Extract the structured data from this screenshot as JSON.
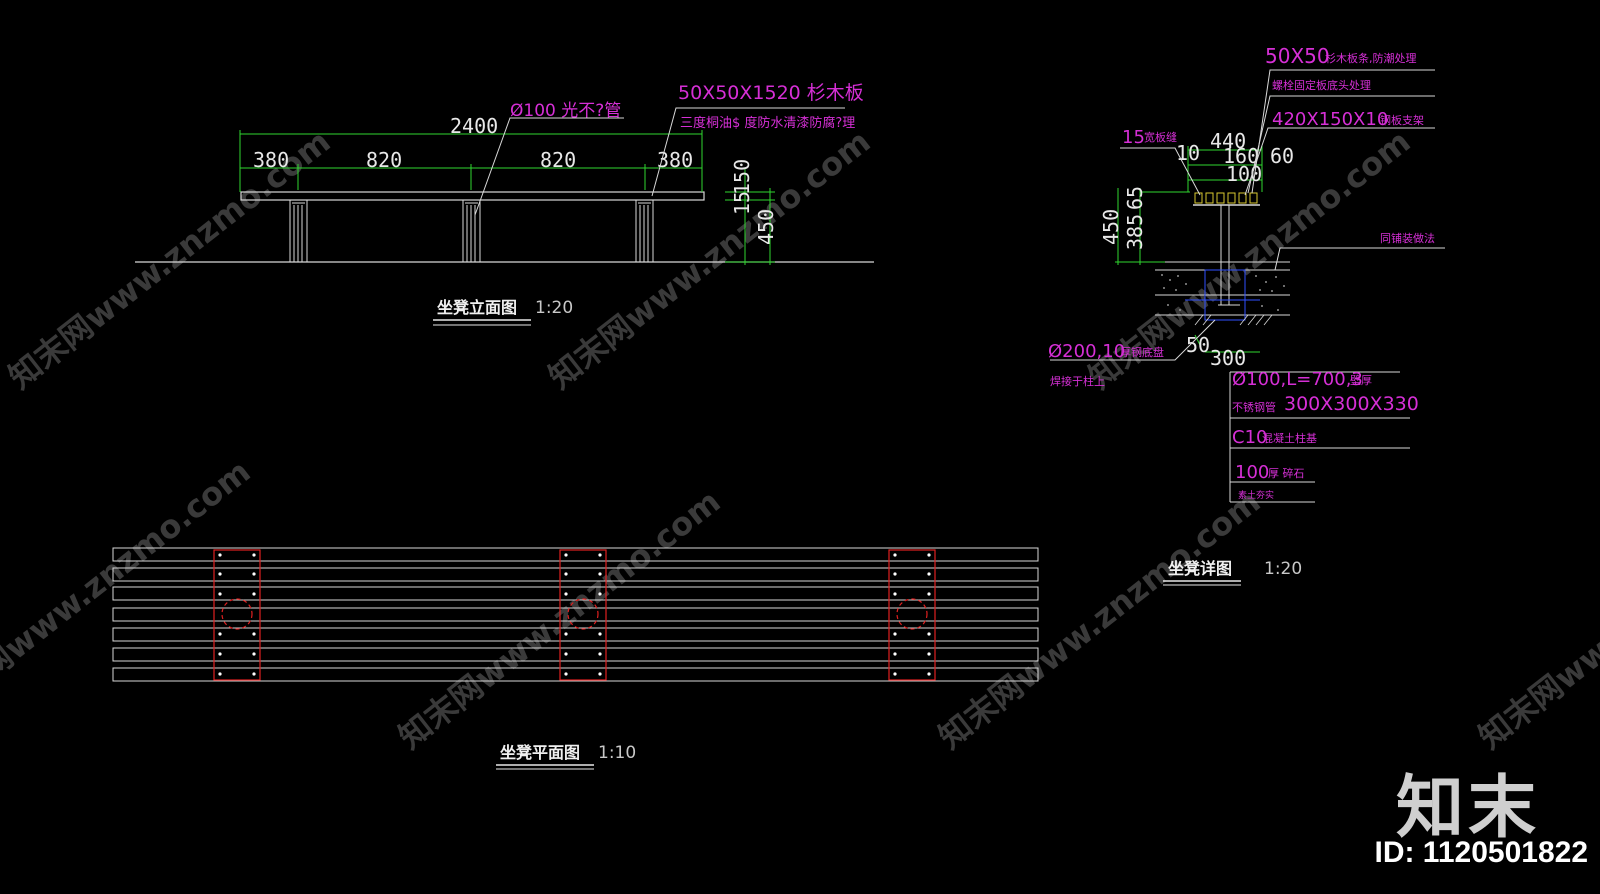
{
  "watermark": {
    "text": "知末网www.znzmo.com",
    "brand": "知末",
    "id_label": "ID: 1120501822"
  },
  "elevation": {
    "title": "坐凳立面图",
    "scale": "1:20",
    "dim_total": "2400",
    "dim_segments": [
      "380",
      "820",
      "820",
      "380"
    ],
    "dim_height_top": "15",
    "dim_height_mid": "150",
    "dim_height_total": "450",
    "note_pipe": "Ø100 光不?管",
    "note_board": "50X50X1520 杉木板",
    "note_finish": "三度桐油$ 度防水清漆防腐?理"
  },
  "detail": {
    "title": "坐凳详图",
    "scale": "1:20",
    "note_top": "50X50",
    "note_top_cn": "杉木板条,防潮处理",
    "note_bolt": "螺栓固定板底头处理",
    "note_bracket": "420X150X10",
    "note_bracket_cn": "钢板支架",
    "note_gap": "15",
    "note_gap_cn": "宽板缝",
    "dim_440": "440",
    "dim_10": "10",
    "dim_160": "160",
    "dim_60": "60",
    "dim_100_top": "100",
    "dim_450": "450",
    "dim_385": "385",
    "dim_65": "65",
    "note_paving": "同铺装做法",
    "note_plate": "Ø200,10",
    "note_plate_cn": "厚钢底盘",
    "note_weld": "焊接于柱上",
    "dim_50": "50",
    "dim_300": "300",
    "note_pipe": "Ø100,L=700,3",
    "note_pipe_cn": "壁厚",
    "note_steel": "不锈钢管",
    "note_footing": "300X300X330",
    "note_concrete": "C10",
    "note_concrete_cn": "混凝土柱基",
    "note_gravel": "100",
    "note_gravel_cn": "厚 碎石",
    "note_soil": "素土夯实"
  },
  "plan": {
    "title": "坐凳平面图",
    "scale": "1:10"
  }
}
